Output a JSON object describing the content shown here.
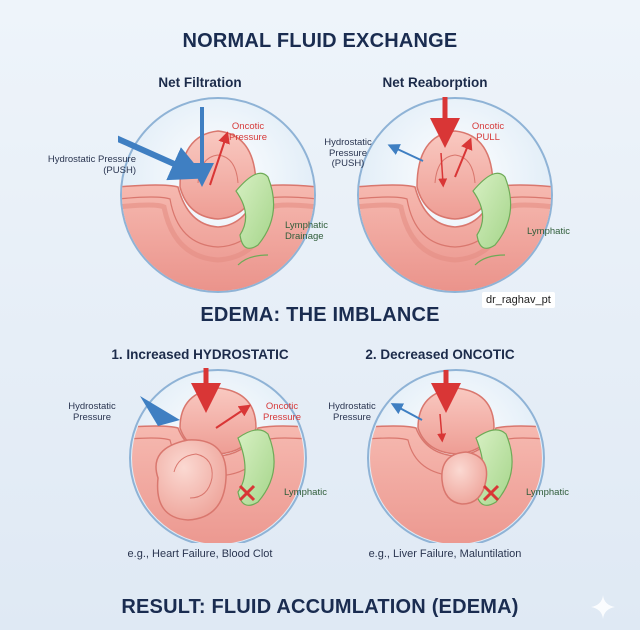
{
  "title": "NORMAL FLUID EXCHANGE",
  "section2_title": "EDEMA: THE IMBLANCE",
  "result_title": "RESULT: FLUID ACCUMLATION (EDEMA)",
  "watermark": "dr_raghav_pt",
  "panels": {
    "p1": {
      "subtitle": "Net Filtration",
      "hydrostatic": "Hydrostatic Pressure (PUSH)",
      "oncotic": "Oncotic Pressure",
      "lymphatic": "Lymphatic Drainage"
    },
    "p2": {
      "subtitle": "Net Reaborption",
      "hydrostatic": "Hydrostatic Pressure (PUSH)",
      "oncotic": "Oncotic PULL",
      "lymphatic": "Lymphatic"
    },
    "p3": {
      "subtitle": "1. Increased HYDROSTATIC",
      "hydrostatic": "Hydrostatic Pressure",
      "oncotic": "Oncotic Pressure",
      "lymphatic": "Lymphatic",
      "example": "e.g., Heart Failure, Blood Clot"
    },
    "p4": {
      "subtitle": "2. Decreased ONCOTIC",
      "hydrostatic": "Hydrostatic Pressure",
      "lymphatic": "Lymphatic",
      "example": "e.g., Liver Failure, Maluntilation"
    }
  },
  "colors": {
    "title": "#1a2c50",
    "tissue": "#f2a9a0",
    "tissue_dark": "#e07f76",
    "lymph": "#bfe3a8",
    "arrow_red": "#d93636",
    "arrow_blue": "#3f7fc2"
  }
}
